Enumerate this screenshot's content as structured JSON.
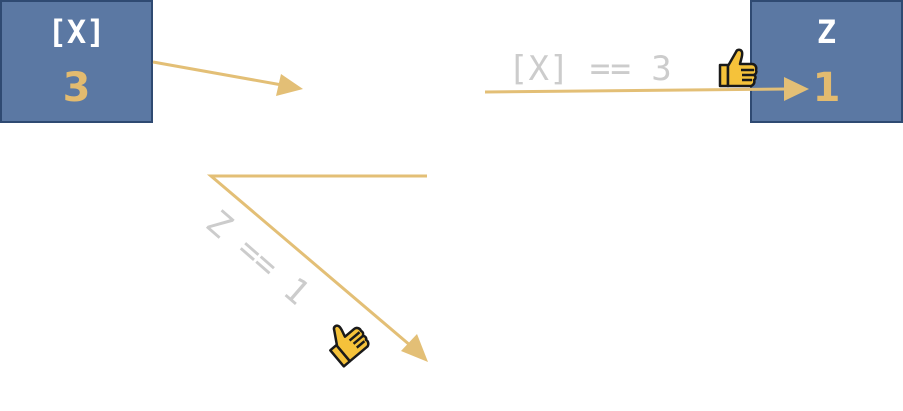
{
  "colors": {
    "box_fill": "#5b78a3",
    "box_border": "#2f4a72",
    "variable_name": "#ffffff",
    "variable_value": "#e3bb6f",
    "arrow": "#e3bf76",
    "condition_text": "#cccccc",
    "thumb_fill": "#f5c23a",
    "thumb_outline": "#1a1a1a"
  },
  "variables": {
    "x": {
      "name": "[X]",
      "value": "3"
    },
    "z": {
      "name": "Z",
      "value": "1"
    }
  },
  "conditions": {
    "top": "[X] == 3",
    "bottom": "Z == 1"
  },
  "icons": {
    "top_check": "thumbs-up-icon",
    "bottom_check": "thumbs-up-icon"
  }
}
